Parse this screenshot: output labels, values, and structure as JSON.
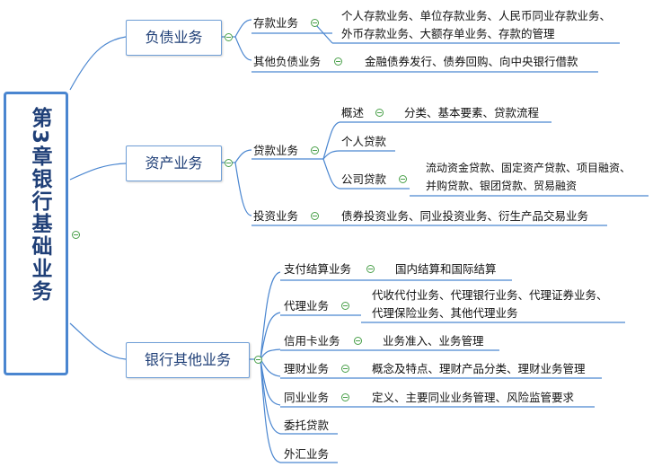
{
  "root": {
    "title": "第3章银行基础业务"
  },
  "branches": [
    {
      "label": "负债业务",
      "children": [
        {
          "label": "存款业务",
          "detail": [
            "个人存款业务、单位存款业务、人民币同业存款业务、",
            "外币存款业务、大额存单业务、存款的管理"
          ]
        },
        {
          "label": "其他负债业务",
          "detail": [
            "金融债券发行、债券回购、向中央银行借款"
          ]
        }
      ]
    },
    {
      "label": "资产业务",
      "children": [
        {
          "label": "贷款业务",
          "children": [
            {
              "label": "概述",
              "detail": [
                "分类、基本要素、贷款流程"
              ]
            },
            {
              "label": "个人贷款"
            },
            {
              "label": "公司贷款",
              "detail": [
                "流动资金贷款、固定资产贷款、项目融资、",
                "并购贷款、银团贷款、贸易融资"
              ]
            }
          ]
        },
        {
          "label": "投资业务",
          "detail": [
            "债券投资业务、同业投资业务、衍生产品交易业务"
          ]
        }
      ]
    },
    {
      "label": "银行其他业务",
      "children": [
        {
          "label": "支付结算业务",
          "detail": [
            "国内结算和国际结算"
          ]
        },
        {
          "label": "代理业务",
          "detail": [
            "代收代付业务、代理银行业务、代理证券业务、",
            "代理保险业务、其他代理业务"
          ]
        },
        {
          "label": "信用卡业务",
          "detail": [
            "业务准入、业务管理"
          ]
        },
        {
          "label": "理财业务",
          "detail": [
            "概念及特点、理财产品分类、理财业务管理"
          ]
        },
        {
          "label": "同业业务",
          "detail": [
            "定义、主要同业业务管理、风险监管要求"
          ]
        },
        {
          "label": "委托贷款"
        },
        {
          "label": "外汇业务"
        }
      ]
    }
  ],
  "colors": {
    "line": "#4a86d0",
    "toggle": "#4aa04a",
    "root_text": "#1f3f77"
  },
  "icons": [
    "collapse-toggle-icon"
  ]
}
